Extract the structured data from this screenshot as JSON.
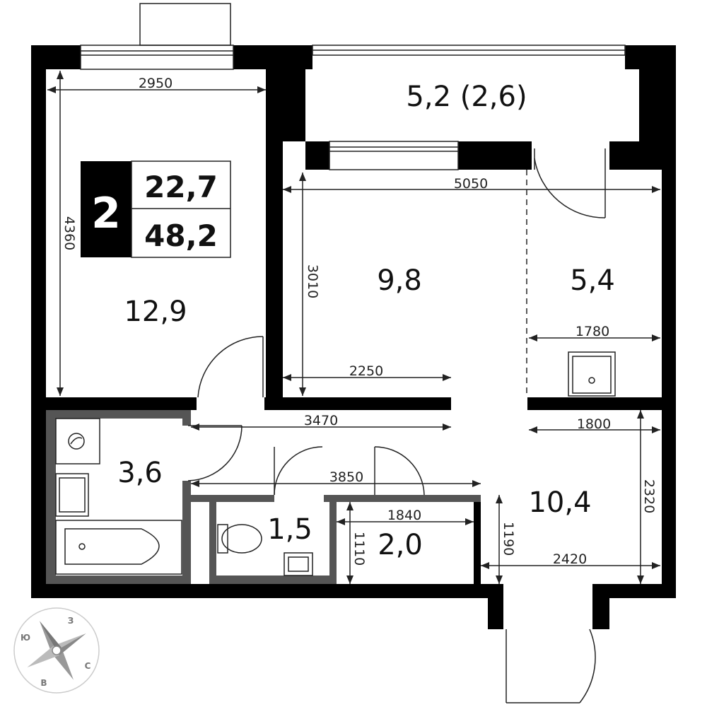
{
  "badge": {
    "rooms": "2",
    "living_area": "22,7",
    "total_area": "48,2"
  },
  "rooms": {
    "balcony": "5,2 (2,6)",
    "bedroom": "12,9",
    "kitchen": "9,8",
    "hall_upper": "5,4",
    "bathroom": "3,6",
    "toilet": "1,5",
    "storage": "2,0",
    "hall_lower": "10,4"
  },
  "dimensions": {
    "d2950": "2950",
    "d4360": "4360",
    "d5050": "5050",
    "d3010": "3010",
    "d2250": "2250",
    "d1780": "1780",
    "d3470": "3470",
    "d1800": "1800",
    "d2320": "2320",
    "d3850": "3850",
    "d1840": "1840",
    "d1110": "1110",
    "d1190": "1190",
    "d2420": "2420"
  },
  "compass": {
    "north": "З",
    "west": "Ю",
    "east": "С",
    "south": "В"
  },
  "colors": {
    "wall": "#000000",
    "partition": "#555555",
    "line": "#222222"
  }
}
